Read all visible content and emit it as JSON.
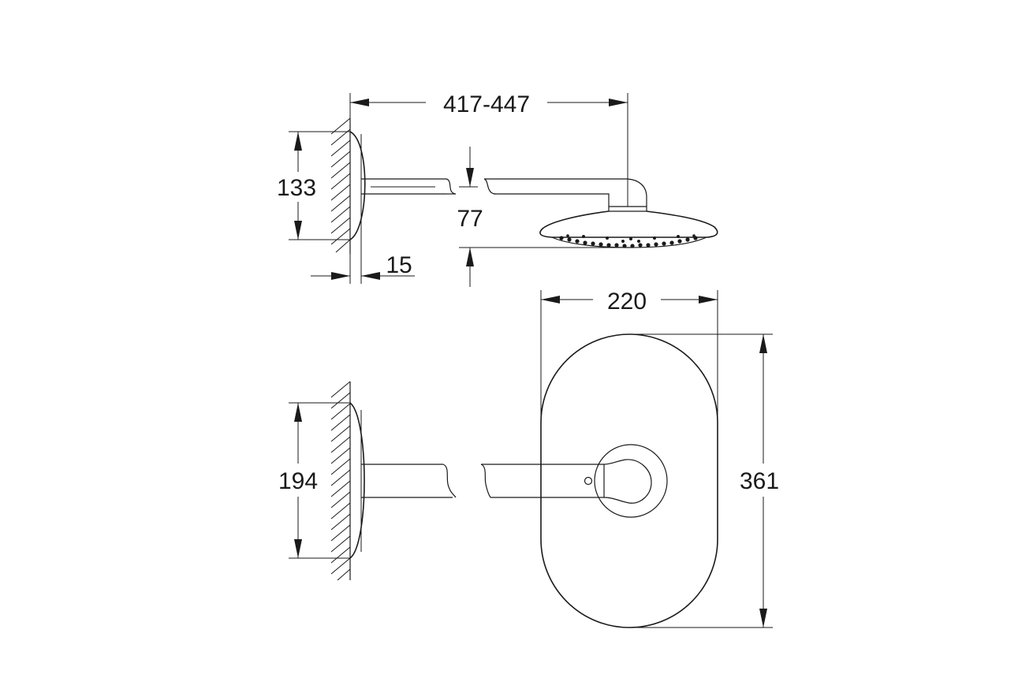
{
  "dimensions": {
    "arm_length": "417-447",
    "wall_plate_height_side": "133",
    "arm_drop": "77",
    "wall_plate_depth": "15",
    "head_width": "220",
    "wall_plate_height_front": "194",
    "head_length": "361"
  },
  "colors": {
    "line": "#1a1a1a",
    "background": "#ffffff"
  }
}
